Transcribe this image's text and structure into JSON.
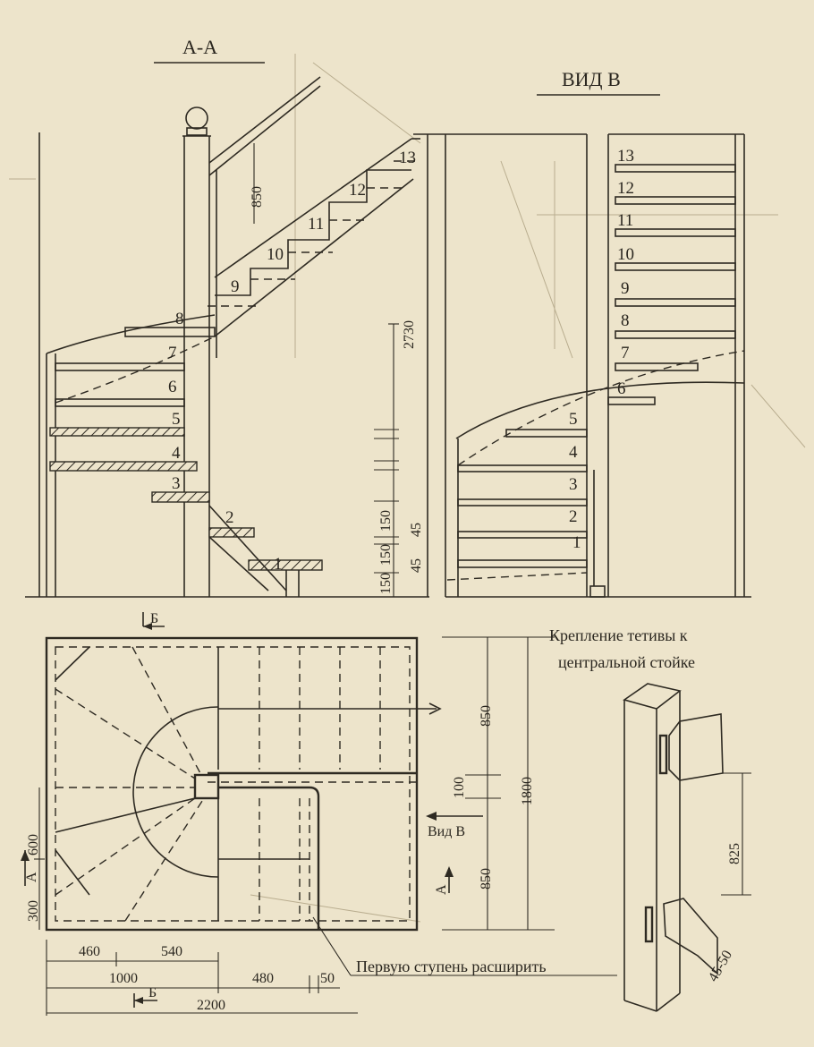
{
  "section_aa": {
    "title": "А-А",
    "steps": [
      "1",
      "2",
      "3",
      "4",
      "5",
      "6",
      "7",
      "8",
      "9",
      "10",
      "11",
      "12",
      "13"
    ],
    "dims": {
      "rail_height": "850",
      "total_height": "2730",
      "rise_150_a": "150",
      "rise_150_b": "150",
      "rise_150_c": "150",
      "gap_45_a": "45",
      "gap_45_b": "45"
    }
  },
  "view_b": {
    "title": "ВИД В",
    "steps": [
      "1",
      "2",
      "3",
      "4",
      "5",
      "6",
      "7",
      "8",
      "9",
      "10",
      "11",
      "12",
      "13"
    ]
  },
  "plan": {
    "section_b_top": "Б",
    "section_b_bottom": "Б",
    "section_a_left": "А",
    "section_a_right": "А",
    "view_b_label": "Вид В",
    "dims": {
      "d850_top": "850",
      "d100": "100",
      "d1800": "1800",
      "d850_bottom": "850",
      "d600": "600",
      "d300": "300",
      "d460": "460",
      "d540": "540",
      "d1000": "1000",
      "d480": "480",
      "d50": "50",
      "d2200": "2200"
    },
    "note_first_step": "Первую ступень расширить"
  },
  "detail": {
    "title_line1": "Крепление тетивы к",
    "title_line2": "центральной стойке",
    "d825": "825",
    "d45_50": "45-50"
  }
}
